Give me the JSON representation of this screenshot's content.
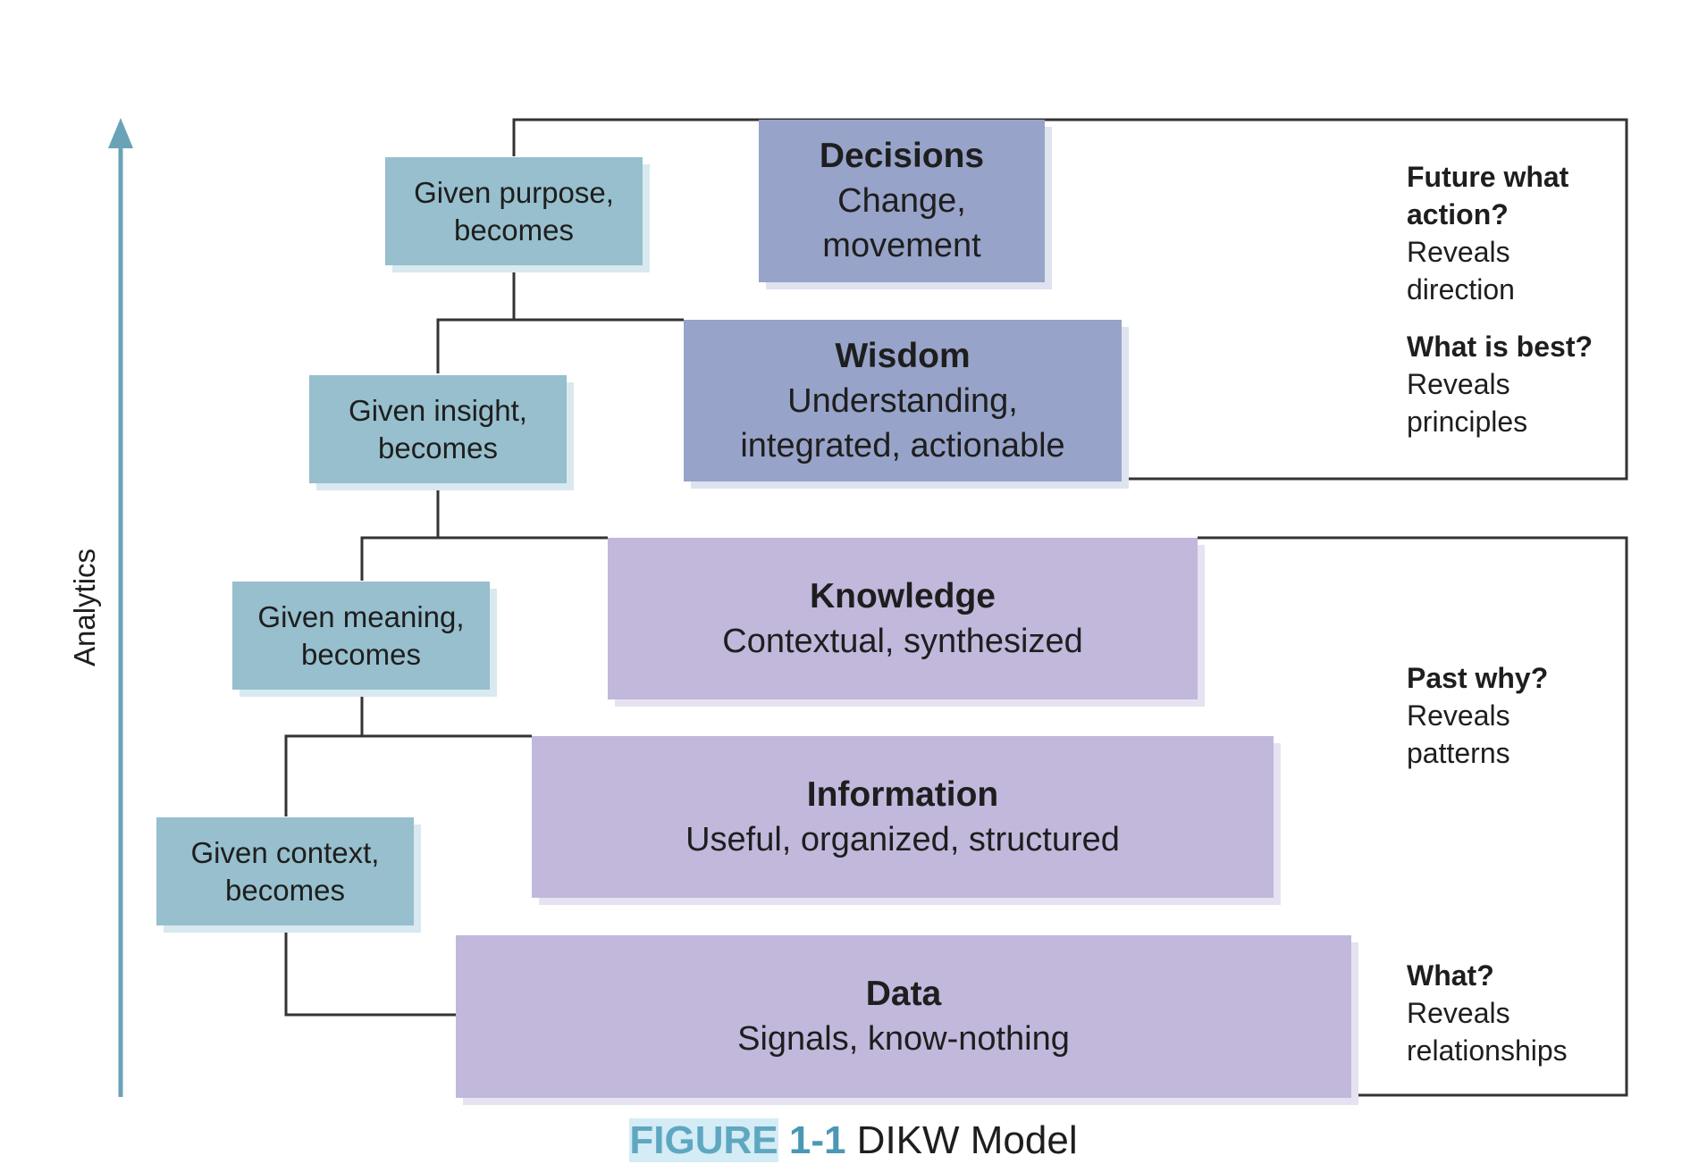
{
  "axis": {
    "label": "Analytics"
  },
  "levels": {
    "decisions": {
      "title": "Decisions",
      "desc_line1": "Change,",
      "desc_line2": "movement"
    },
    "wisdom": {
      "title": "Wisdom",
      "desc_line1": "Understanding,",
      "desc_line2": "integrated, actionable"
    },
    "knowledge": {
      "title": "Knowledge",
      "desc_line1": "Contextual, synthesized"
    },
    "information": {
      "title": "Information",
      "desc_line1": "Useful, organized, structured"
    },
    "data": {
      "title": "Data",
      "desc_line1": "Signals, know-nothing"
    }
  },
  "transitions": {
    "purpose": {
      "line1": "Given purpose,",
      "line2": "becomes"
    },
    "insight": {
      "line1": "Given insight,",
      "line2": "becomes"
    },
    "meaning": {
      "line1": "Given meaning,",
      "line2": "becomes"
    },
    "context": {
      "line1": "Given context,",
      "line2": "becomes"
    }
  },
  "questions": {
    "future": {
      "bold1": "Future what",
      "bold2": "action?",
      "reg1": "Reveals",
      "reg2": "direction"
    },
    "best": {
      "bold1": "What is best?",
      "reg1": "Reveals",
      "reg2": "principles"
    },
    "past": {
      "bold1": "Past why?",
      "reg1": "Reveals",
      "reg2": "patterns"
    },
    "what": {
      "bold1": "What?",
      "reg1": "Reveals",
      "reg2": "relationships"
    }
  },
  "caption": {
    "figure": "FIGURE",
    "number": "1-1",
    "title": "DIKW Model"
  },
  "colors": {
    "axis_arrow": "#6aa3b8",
    "lower_levels": "#c1b8dc",
    "upper_levels": "#97a3c8",
    "transition_boxes": "#97bfcd",
    "figure_label": "#5fa7c1"
  }
}
